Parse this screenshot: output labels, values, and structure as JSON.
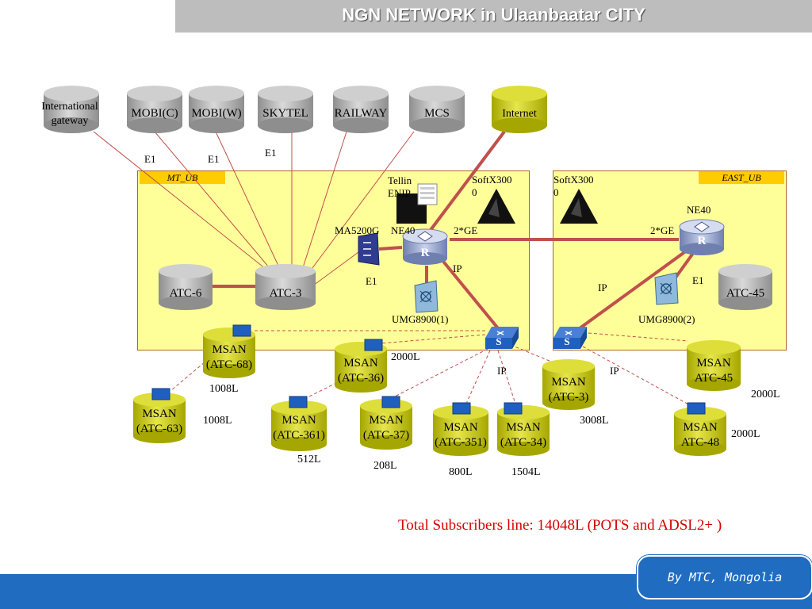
{
  "title": "NGN NETWORK in Ulaanbaatar CITY",
  "zones": {
    "left": "MT_UB",
    "right": "EAST_UB"
  },
  "top_nodes": {
    "intl": [
      "International",
      "gateway"
    ],
    "mobic": "MOBI(C)",
    "mobiw": "MOBI(W)",
    "skytel": "SKYTEL",
    "railway": "RAILWAY",
    "mcs": "MCS",
    "internet": "Internet"
  },
  "atc": {
    "atc6": "ATC-6",
    "atc3": "ATC-3",
    "atc45": "ATC-45"
  },
  "devices": {
    "tellin": [
      "Tellin",
      "ENIP"
    ],
    "softx_left": [
      "SoftX300",
      "0"
    ],
    "softx_right": [
      "SoftX300",
      "0"
    ],
    "ma5200g": "MA5200G",
    "ne40_left": "NE40",
    "ne40_right": "NE40",
    "umg1": "UMG8900(1)",
    "umg2": "UMG8900(2)",
    "router_letter": "R",
    "switch_letter": "S"
  },
  "link_labels": {
    "e1_a": "E1",
    "e1_b": "E1",
    "e1_c": "E1",
    "e1_d": "E1",
    "e1_e": "E1",
    "ge_left": "2*GE",
    "ge_right": "2*GE",
    "ip_a": "IP",
    "ip_b": "IP",
    "ip_c": "IP",
    "ip_d": "IP"
  },
  "msans": {
    "m68": [
      "MSAN",
      "(ATC-68)"
    ],
    "m63": [
      "MSAN",
      "(ATC-63)"
    ],
    "m36": [
      "MSAN",
      "(ATC-36)"
    ],
    "m361": [
      "MSAN",
      "(ATC-361)"
    ],
    "m37": [
      "MSAN",
      "(ATC-37)"
    ],
    "m351": [
      "MSAN",
      "(ATC-351)"
    ],
    "m34": [
      "MSAN",
      "(ATC-34)"
    ],
    "m3": [
      "MSAN",
      "(ATC-3)"
    ],
    "m45": [
      "MSAN",
      "ATC-45"
    ],
    "m48": [
      "MSAN",
      "ATC-48"
    ]
  },
  "line_counts": {
    "l68": "1008L",
    "l63": "1008L",
    "l36": "2000L",
    "l361": "512L",
    "l37": "208L",
    "l351": "800L",
    "l34": "1504L",
    "l3": "3008L",
    "l45": "2000L",
    "l48": "2000L"
  },
  "total": "Total Subscribers line: 14048L (POTS and ADSL2+ )",
  "credit": "By  MTC, Mongolia",
  "colors": {
    "title_bar": "#bdbdbd",
    "zone": "#ffff99",
    "zone_tag": "#ffcc00",
    "link": "#c0504d",
    "olive": "#c8c800",
    "gray_node": "#a9a9a9",
    "device_blue": "#1f5fbf",
    "footer": "#1f6cc1",
    "total_text": "#d40000"
  }
}
